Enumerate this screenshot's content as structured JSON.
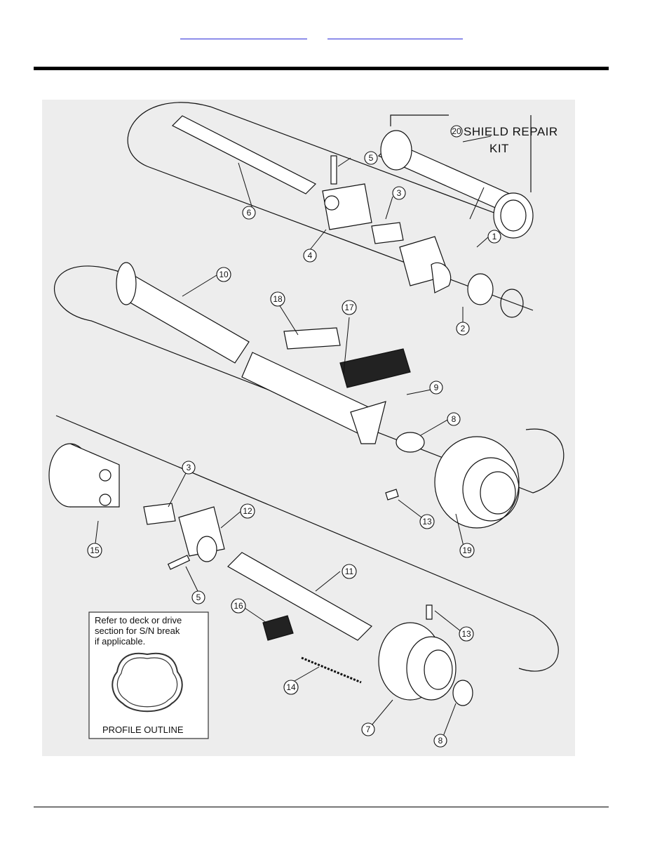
{
  "header": {
    "link_1": "",
    "link_2": ""
  },
  "diagram": {
    "kit_label_line1": "SHIELD REPAIR",
    "kit_label_line2": "KIT",
    "kit_number": "20",
    "note_lines": [
      "Refer to deck or drive",
      "section for S/N break",
      "if applicable."
    ],
    "profile_caption": "PROFILE OUTLINE",
    "callouts": {
      "c1": "1",
      "c2": "2",
      "c3a": "3",
      "c3b": "3",
      "c4": "4",
      "c5a": "5",
      "c5b": "5",
      "c6": "6",
      "c7": "7",
      "c8a": "8",
      "c8b": "8",
      "c9": "9",
      "c10": "10",
      "c11": "11",
      "c12": "12",
      "c13a": "13",
      "c13b": "13",
      "c14": "14",
      "c15": "15",
      "c16": "16",
      "c17": "17",
      "c18": "18",
      "c19": "19"
    }
  }
}
